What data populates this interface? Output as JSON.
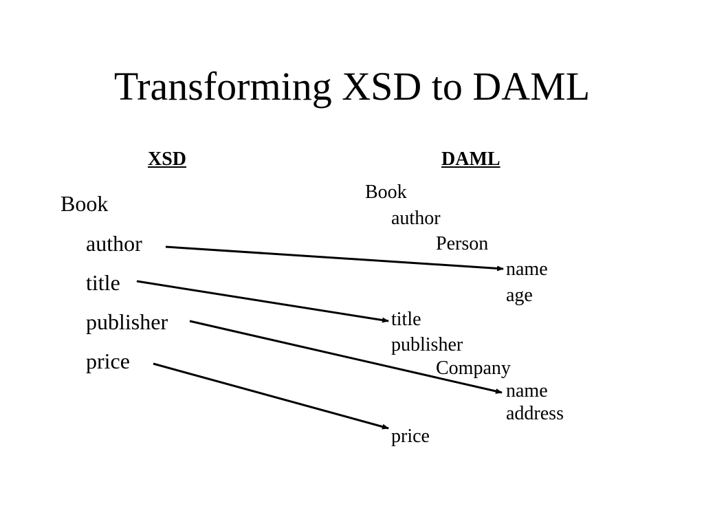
{
  "title": "Transforming XSD to DAML",
  "xsd": {
    "heading": "XSD",
    "items": [
      "Book",
      "author",
      "title",
      "publisher",
      "price"
    ]
  },
  "daml": {
    "heading": "DAML",
    "items": [
      "Book",
      "author",
      "Person",
      "name",
      "age",
      "title",
      "publisher",
      "Company",
      "name",
      "address",
      "price"
    ]
  },
  "mappings": [
    {
      "from": "author",
      "to": "Person.name"
    },
    {
      "from": "title",
      "to": "title"
    },
    {
      "from": "publisher",
      "to": "Company.name"
    },
    {
      "from": "price",
      "to": "price"
    }
  ]
}
